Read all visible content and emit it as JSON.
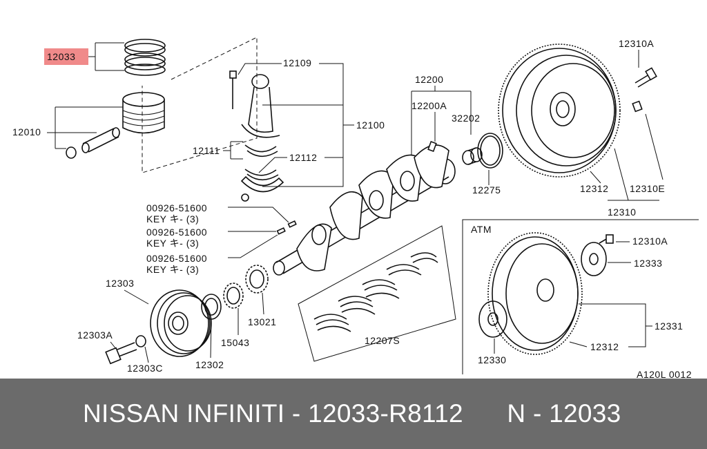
{
  "footer": {
    "text": "NISSAN INFINITI - 12033-R8112      N - 12033"
  },
  "colors": {
    "highlight": "#f08a8a",
    "footer_bg": "#6b6b6b",
    "footer_text": "#ffffff",
    "line": "#111111"
  },
  "labels": {
    "p12033": "12033",
    "p12010": "12010",
    "p12109": "12109",
    "p12100": "12100",
    "p12111": "12111",
    "p12112": "12112",
    "p12200": "12200",
    "p12200A": "12200A",
    "p32202": "32202",
    "p12275": "12275",
    "p12310A_top": "12310A",
    "p12312_top": "12312",
    "p12310E": "12310E",
    "p12310": "12310",
    "pn1": "00926-51600",
    "key1": "KEY キ- (3)",
    "pn2": "00926-51600",
    "key2": "KEY キ- (3)",
    "pn3": "00926-51600",
    "key3": "KEY キ- (3)",
    "p12303": "12303",
    "p12303A": "12303A",
    "p12303C": "12303C",
    "p12302": "12302",
    "p15043": "15043",
    "p13021": "13021",
    "p12207S": "12207S",
    "atm": "ATM",
    "p12310A_atm": "12310A",
    "p12333": "12333",
    "p12331": "12331",
    "p12312_atm": "12312",
    "p12330": "12330",
    "drawing_code": "A120L 0012"
  }
}
